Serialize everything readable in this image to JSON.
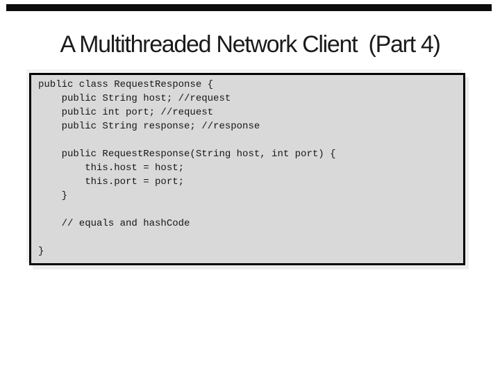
{
  "slide": {
    "title": "A Multithreaded Network Client  (Part 4)",
    "colors": {
      "background": "#ffffff",
      "top_bar": "#0c0c0c",
      "title_text": "#1b1b1b",
      "code_box_background": "#d9d9d9",
      "code_box_border": "#020202",
      "code_text": "#161616"
    },
    "code_box": {
      "language": "java",
      "lines": [
        "public class RequestResponse {",
        "    public String host; //request",
        "    public int port; //request",
        "    public String response; //response",
        "",
        "    public RequestResponse(String host, int port) {",
        "        this.host = host;",
        "        this.port = port;",
        "    }",
        "",
        "    // equals and hashCode",
        "",
        "}"
      ]
    }
  }
}
